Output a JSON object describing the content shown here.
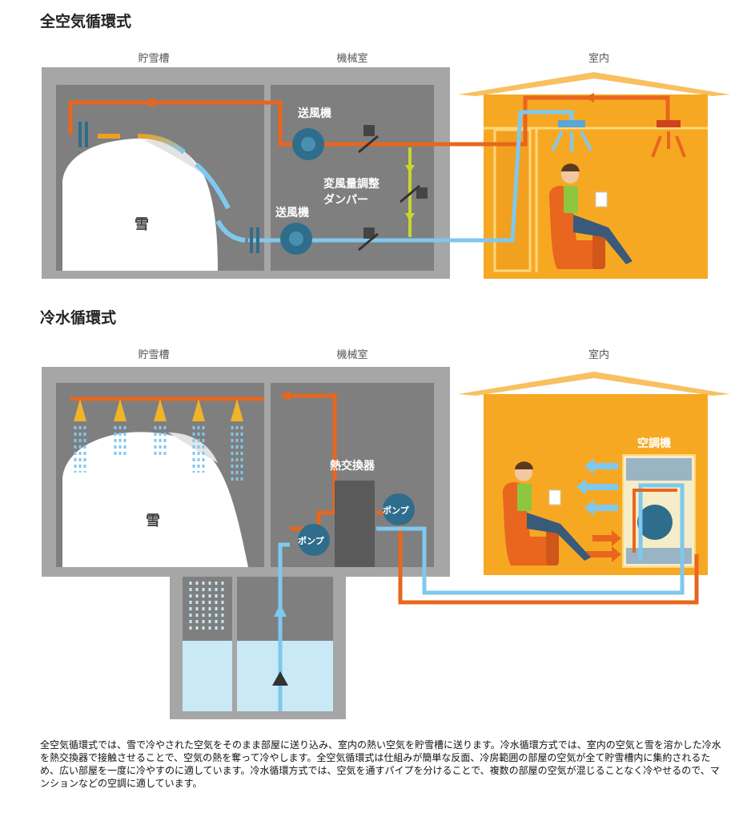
{
  "section1": {
    "title": "全空気循環式",
    "labels": {
      "storage": "貯雪槽",
      "machine": "機械室",
      "indoor": "室内"
    },
    "blower_top": "送風機",
    "blower_bottom": "送風機",
    "damper_line1": "変風量調整",
    "damper_line2": "ダンパー",
    "snow": "雪"
  },
  "section2": {
    "title": "冷水循環式",
    "labels": {
      "storage": "貯雪槽",
      "machine": "機械室",
      "indoor": "室内"
    },
    "heat_exchanger": "熱交換器",
    "pump_left": "ポンプ",
    "pump_right": "ポンプ",
    "air_conditioner": "空調機",
    "snow": "雪"
  },
  "caption": "全空気循環式では、雪で冷やされた空気をそのまま部屋に送り込み、室内の熱い空気を貯雪槽に送ります。冷水循環方式では、室内の空気と雪を溶かした冷水を熱交換器で接触させることで、空気の熱を奪って冷やします。全空気循環式は仕組みが簡単な反面、冷房範囲の部屋の空気が全て貯雪槽内に集約されるため、広い部屋を一度に冷やすのに適しています。冷水循環方式では、空気を通すパイプを分けることで、複数の部屋の空気が混じることなく冷やせるので、マンションなどの空調に適しています。",
  "colors": {
    "wall": "#a6a6a6",
    "interior": "#7f7f7f",
    "snow": "#ffffff",
    "warm_pipe": "#e8661e",
    "cold_pipe": "#7fc8ee",
    "room": "#f7a823",
    "damper_line": "#c8d62b",
    "equipment": "#2f6d8c",
    "water": "#c9e9f7"
  }
}
